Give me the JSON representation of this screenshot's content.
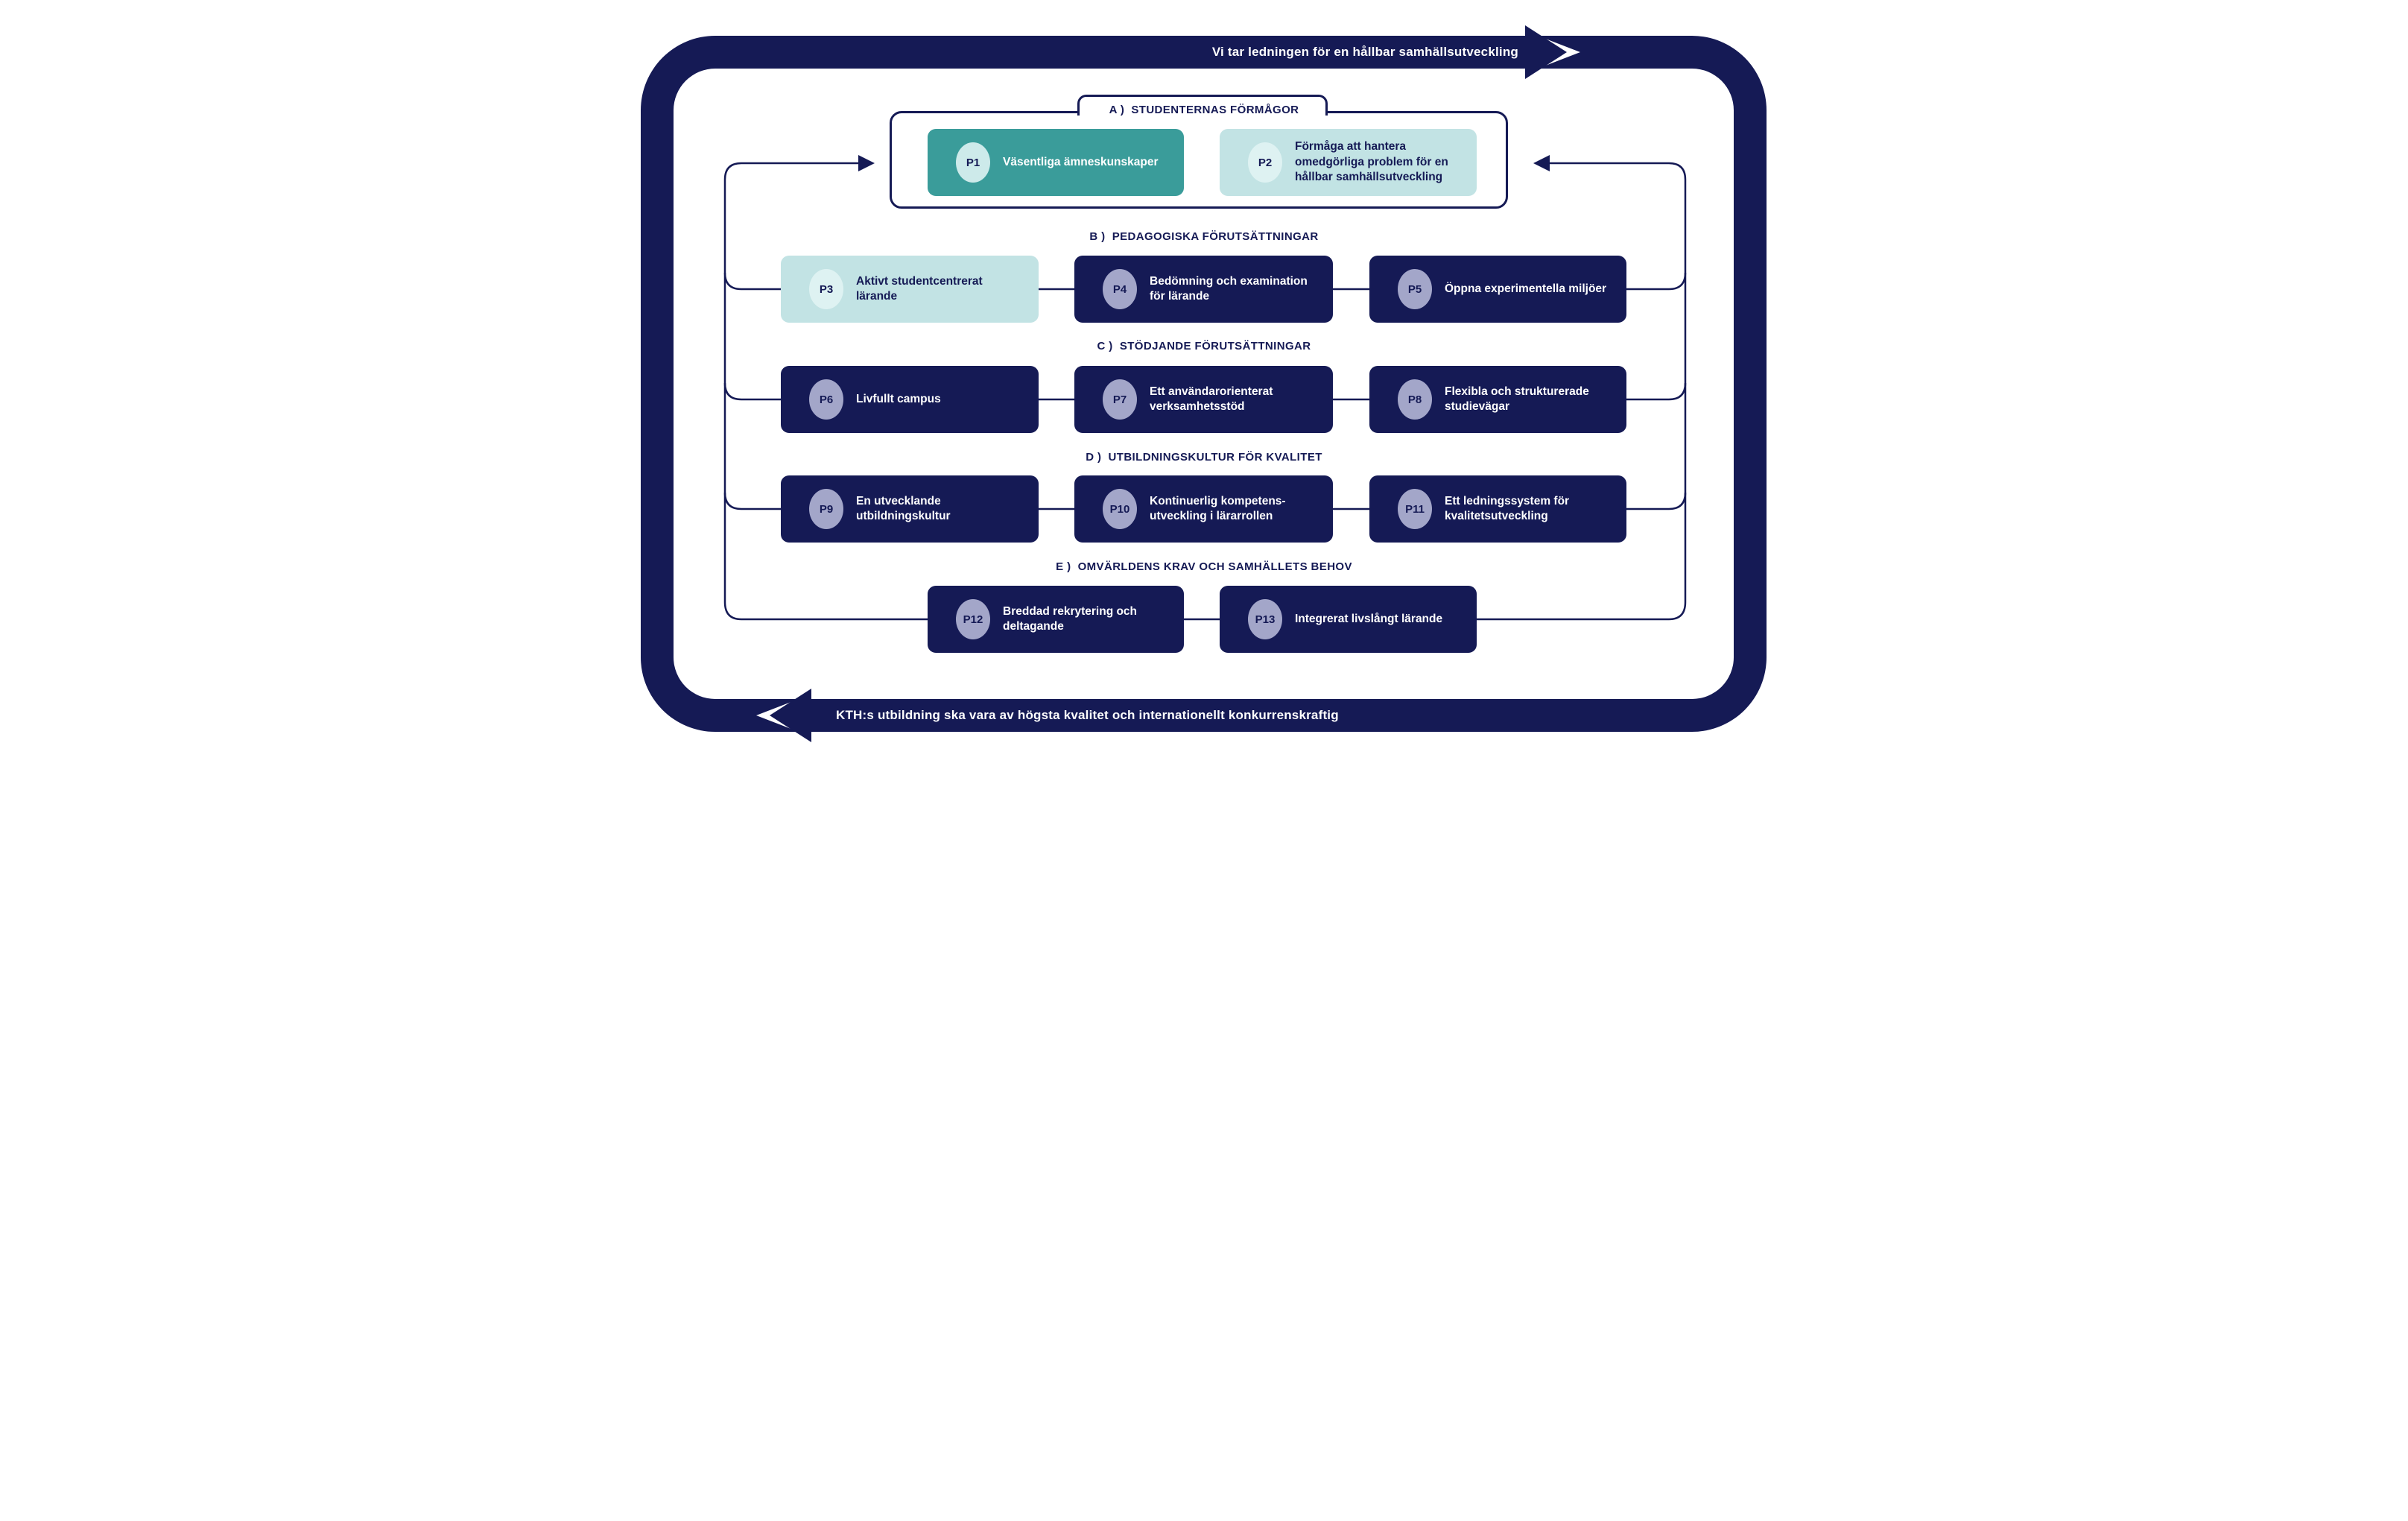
{
  "banner_top": {
    "text": "Vi tar ledningen för en hållbar samhällsutveckling"
  },
  "banner_bottom": {
    "text": "KTH:s utbildning ska vara av högsta kvalitet och internationellt konkurrenskraftig"
  },
  "sections": [
    {
      "id": "A",
      "label": "A )  STUDENTERNAS FÖRMÅGOR",
      "items": [
        {
          "id": "P1",
          "text": "Väsentliga ämneskunskaper"
        },
        {
          "id": "P2",
          "text": "Förmåga att hantera omedgörliga problem för en hållbar samhällsutveckling"
        }
      ]
    },
    {
      "id": "B",
      "label": "B )  PEDAGOGISKA FÖRUTSÄTTNINGAR",
      "items": [
        {
          "id": "P3",
          "text": "Aktivt studentcentrerat lärande"
        },
        {
          "id": "P4",
          "text": "Bedömning och examination för lärande"
        },
        {
          "id": "P5",
          "text": "Öppna experimentella miljöer"
        }
      ]
    },
    {
      "id": "C",
      "label": "C )  STÖDJANDE FÖRUTSÄTTNINGAR",
      "items": [
        {
          "id": "P6",
          "text": "Livfullt campus"
        },
        {
          "id": "P7",
          "text": "Ett användarorienterat verksamhetsstöd"
        },
        {
          "id": "P8",
          "text": "Flexibla och strukturerade studievägar"
        }
      ]
    },
    {
      "id": "D",
      "label": "D )  UTBILDNINGSKULTUR FÖR KVALITET",
      "items": [
        {
          "id": "P9",
          "text": "En utvecklande utbildningskultur"
        },
        {
          "id": "P10",
          "text": "Kontinuerlig kompetens-utveckling i lärarrollen"
        },
        {
          "id": "P11",
          "text": "Ett ledningssystem för kvalitetsutveckling"
        }
      ]
    },
    {
      "id": "E",
      "label": "E )  OMVÄRLDENS KRAV OCH SAMHÄLLETS BEHOV",
      "items": [
        {
          "id": "P12",
          "text": "Breddad rekrytering och deltagande"
        },
        {
          "id": "P13",
          "text": "Integrerat livslångt lärande"
        }
      ]
    }
  ],
  "colors": {
    "navy": "#151a55",
    "teal": "#3a9c9a",
    "light_teal": "#c2e3e4",
    "lavender_circle": "#a3a6c9",
    "circle_on_teal": "#cdeaea",
    "circle_on_light": "#def2f2",
    "background": "#ffffff"
  }
}
